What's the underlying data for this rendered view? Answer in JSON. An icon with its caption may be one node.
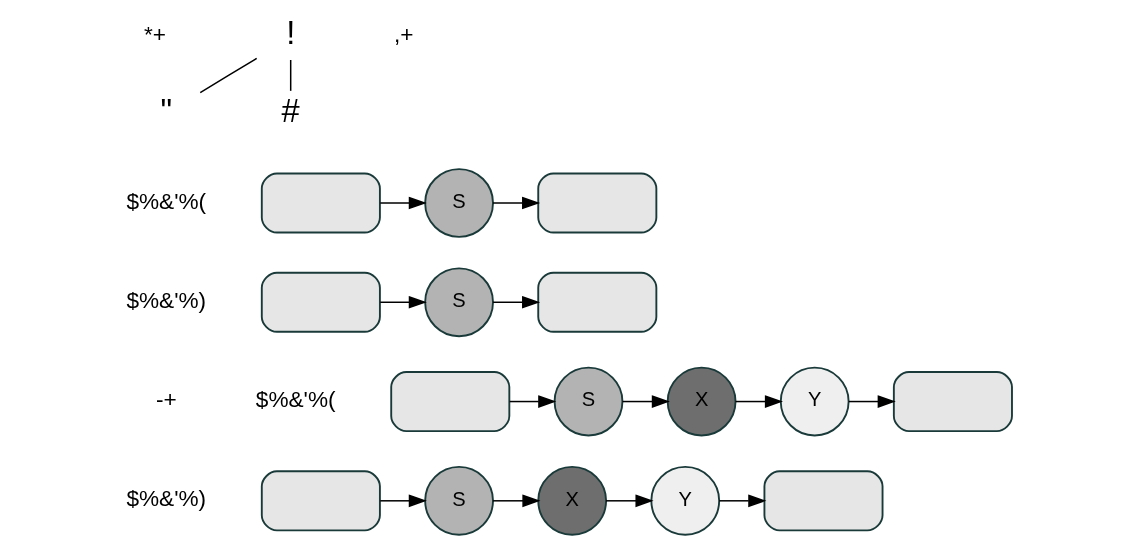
{
  "diagram": {
    "nodes": [
      {
        "text": [
          "!"
        ]
      },
      {
        "text": [
          "\""
        ]
      },
      {
        "text": [
          "#"
        ]
      },
      {
        "text": [],
        "shape": "cloud"
      },
      {
        "text": [
          "S"
        ]
      },
      {
        "text": [],
        "shape": "cloud"
      },
      {
        "text": [],
        "shape": "cloud"
      },
      {
        "text": [
          "S"
        ]
      },
      {
        "text": [],
        "shape": "cloud"
      },
      {
        "text": [],
        "shape": "cloud"
      },
      {
        "text": [
          "S"
        ]
      },
      {
        "text": [
          "X"
        ]
      },
      {
        "text": [
          "Y"
        ]
      },
      {
        "text": [],
        "shape": "cloud"
      },
      {
        "text": [],
        "shape": "cloud"
      },
      {
        "text": [
          "S"
        ]
      },
      {
        "text": [
          "X"
        ]
      },
      {
        "text": [
          "Y"
        ]
      },
      {
        "text": [],
        "shape": "cloud"
      }
    ],
    "edges": [
      {
        "from": 0,
        "to": 1,
        "arrow": "none"
      },
      {
        "from": 0,
        "to": 2,
        "arrow": "none"
      },
      {
        "from": 3,
        "to": 4,
        "arrow": "to"
      },
      {
        "from": 4,
        "to": 5,
        "arrow": "to"
      },
      {
        "from": 6,
        "to": 7,
        "arrow": "to"
      },
      {
        "from": 7,
        "to": 8,
        "arrow": "to"
      },
      {
        "from": 9,
        "to": 10,
        "arrow": "to"
      },
      {
        "from": 10,
        "to": 11,
        "arrow": "to"
      },
      {
        "from": 11,
        "to": 12,
        "arrow": "to"
      },
      {
        "from": 12,
        "to": 13,
        "arrow": "to"
      },
      {
        "from": 14,
        "to": 15,
        "arrow": "to"
      },
      {
        "from": 15,
        "to": 16,
        "arrow": "to"
      },
      {
        "from": 16,
        "to": 17,
        "arrow": "to"
      },
      {
        "from": 17,
        "to": 18,
        "arrow": "to"
      }
    ],
    "labels": [
      "*+",
      ",+",
      "$%&'%(",
      "$%&'%)",
      "-+",
      "$%&'%(",
      "$%&'%)"
    ]
  }
}
